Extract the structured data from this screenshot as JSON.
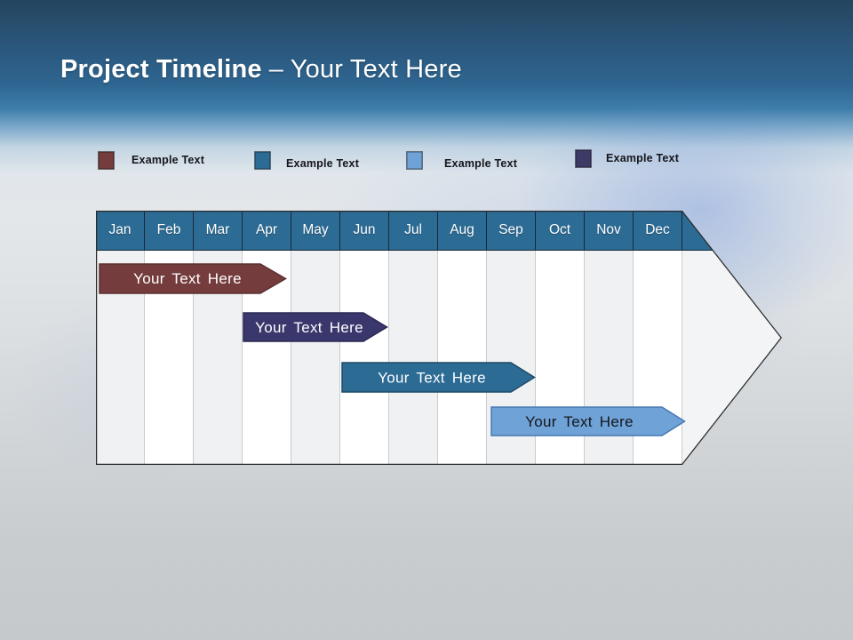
{
  "slide": {
    "title_bold": "Project Timeline",
    "title_rest": "– Your Text Here"
  },
  "legend": {
    "items": [
      {
        "label": "Example Text",
        "color": "#743C3C"
      },
      {
        "label": "Example Text",
        "color": "#2C6B94"
      },
      {
        "label": "Example Text",
        "color": "#6FA2D6"
      },
      {
        "label": "Example Text",
        "color": "#3E3A66"
      }
    ]
  },
  "timeline": {
    "header_color": "#2C6B94",
    "months": [
      "Jan",
      "Feb",
      "Mar",
      "Apr",
      "May",
      "Jun",
      "Jul",
      "Aug",
      "Sep",
      "Oct",
      "Nov",
      "Dec"
    ],
    "bars": [
      {
        "label": "Your Text Here",
        "fill": "#743C3C",
        "border": "#5D3030",
        "text_color": "#FFFFFF",
        "row": 1,
        "start": "Jan",
        "end": "Apr"
      },
      {
        "label": "Your Text Here",
        "fill": "#3A376D",
        "border": "#2B2852",
        "text_color": "#FFFFFF",
        "row": 2,
        "start": "Apr",
        "end": "Jun"
      },
      {
        "label": "Your Text Here",
        "fill": "#2C6B94",
        "border": "#1E4A67",
        "text_color": "#FFFFFF",
        "row": 3,
        "start": "Jun",
        "end": "Sep"
      },
      {
        "label": "Your Text Here",
        "fill": "#6FA2D6",
        "border": "#4679B0",
        "text_color": "#14171C",
        "row": 4,
        "start": "Sep",
        "end": "Dec"
      }
    ]
  },
  "chart_data": {
    "type": "bar",
    "subtype": "gantt-timeline",
    "title": "Project Timeline – Your Text Here",
    "categories": [
      "Jan",
      "Feb",
      "Mar",
      "Apr",
      "May",
      "Jun",
      "Jul",
      "Aug",
      "Sep",
      "Oct",
      "Nov",
      "Dec"
    ],
    "series": [
      {
        "name": "Your Text Here",
        "row": 1,
        "start_month": "Jan",
        "end_month": "Apr",
        "color": "#743C3C"
      },
      {
        "name": "Your Text Here",
        "row": 2,
        "start_month": "Apr",
        "end_month": "Jun",
        "color": "#3A376D"
      },
      {
        "name": "Your Text Here",
        "row": 3,
        "start_month": "Jun",
        "end_month": "Sep",
        "color": "#2C6B94"
      },
      {
        "name": "Your Text Here",
        "row": 4,
        "start_month": "Sep",
        "end_month": "Dec",
        "color": "#6FA2D6"
      }
    ],
    "legend_entries": [
      "Example Text",
      "Example Text",
      "Example Text",
      "Example Text"
    ],
    "legend_position": "top",
    "grid": "monthly-columns",
    "layout_hint": "right-pointing arrow pentagon container with month header row"
  }
}
